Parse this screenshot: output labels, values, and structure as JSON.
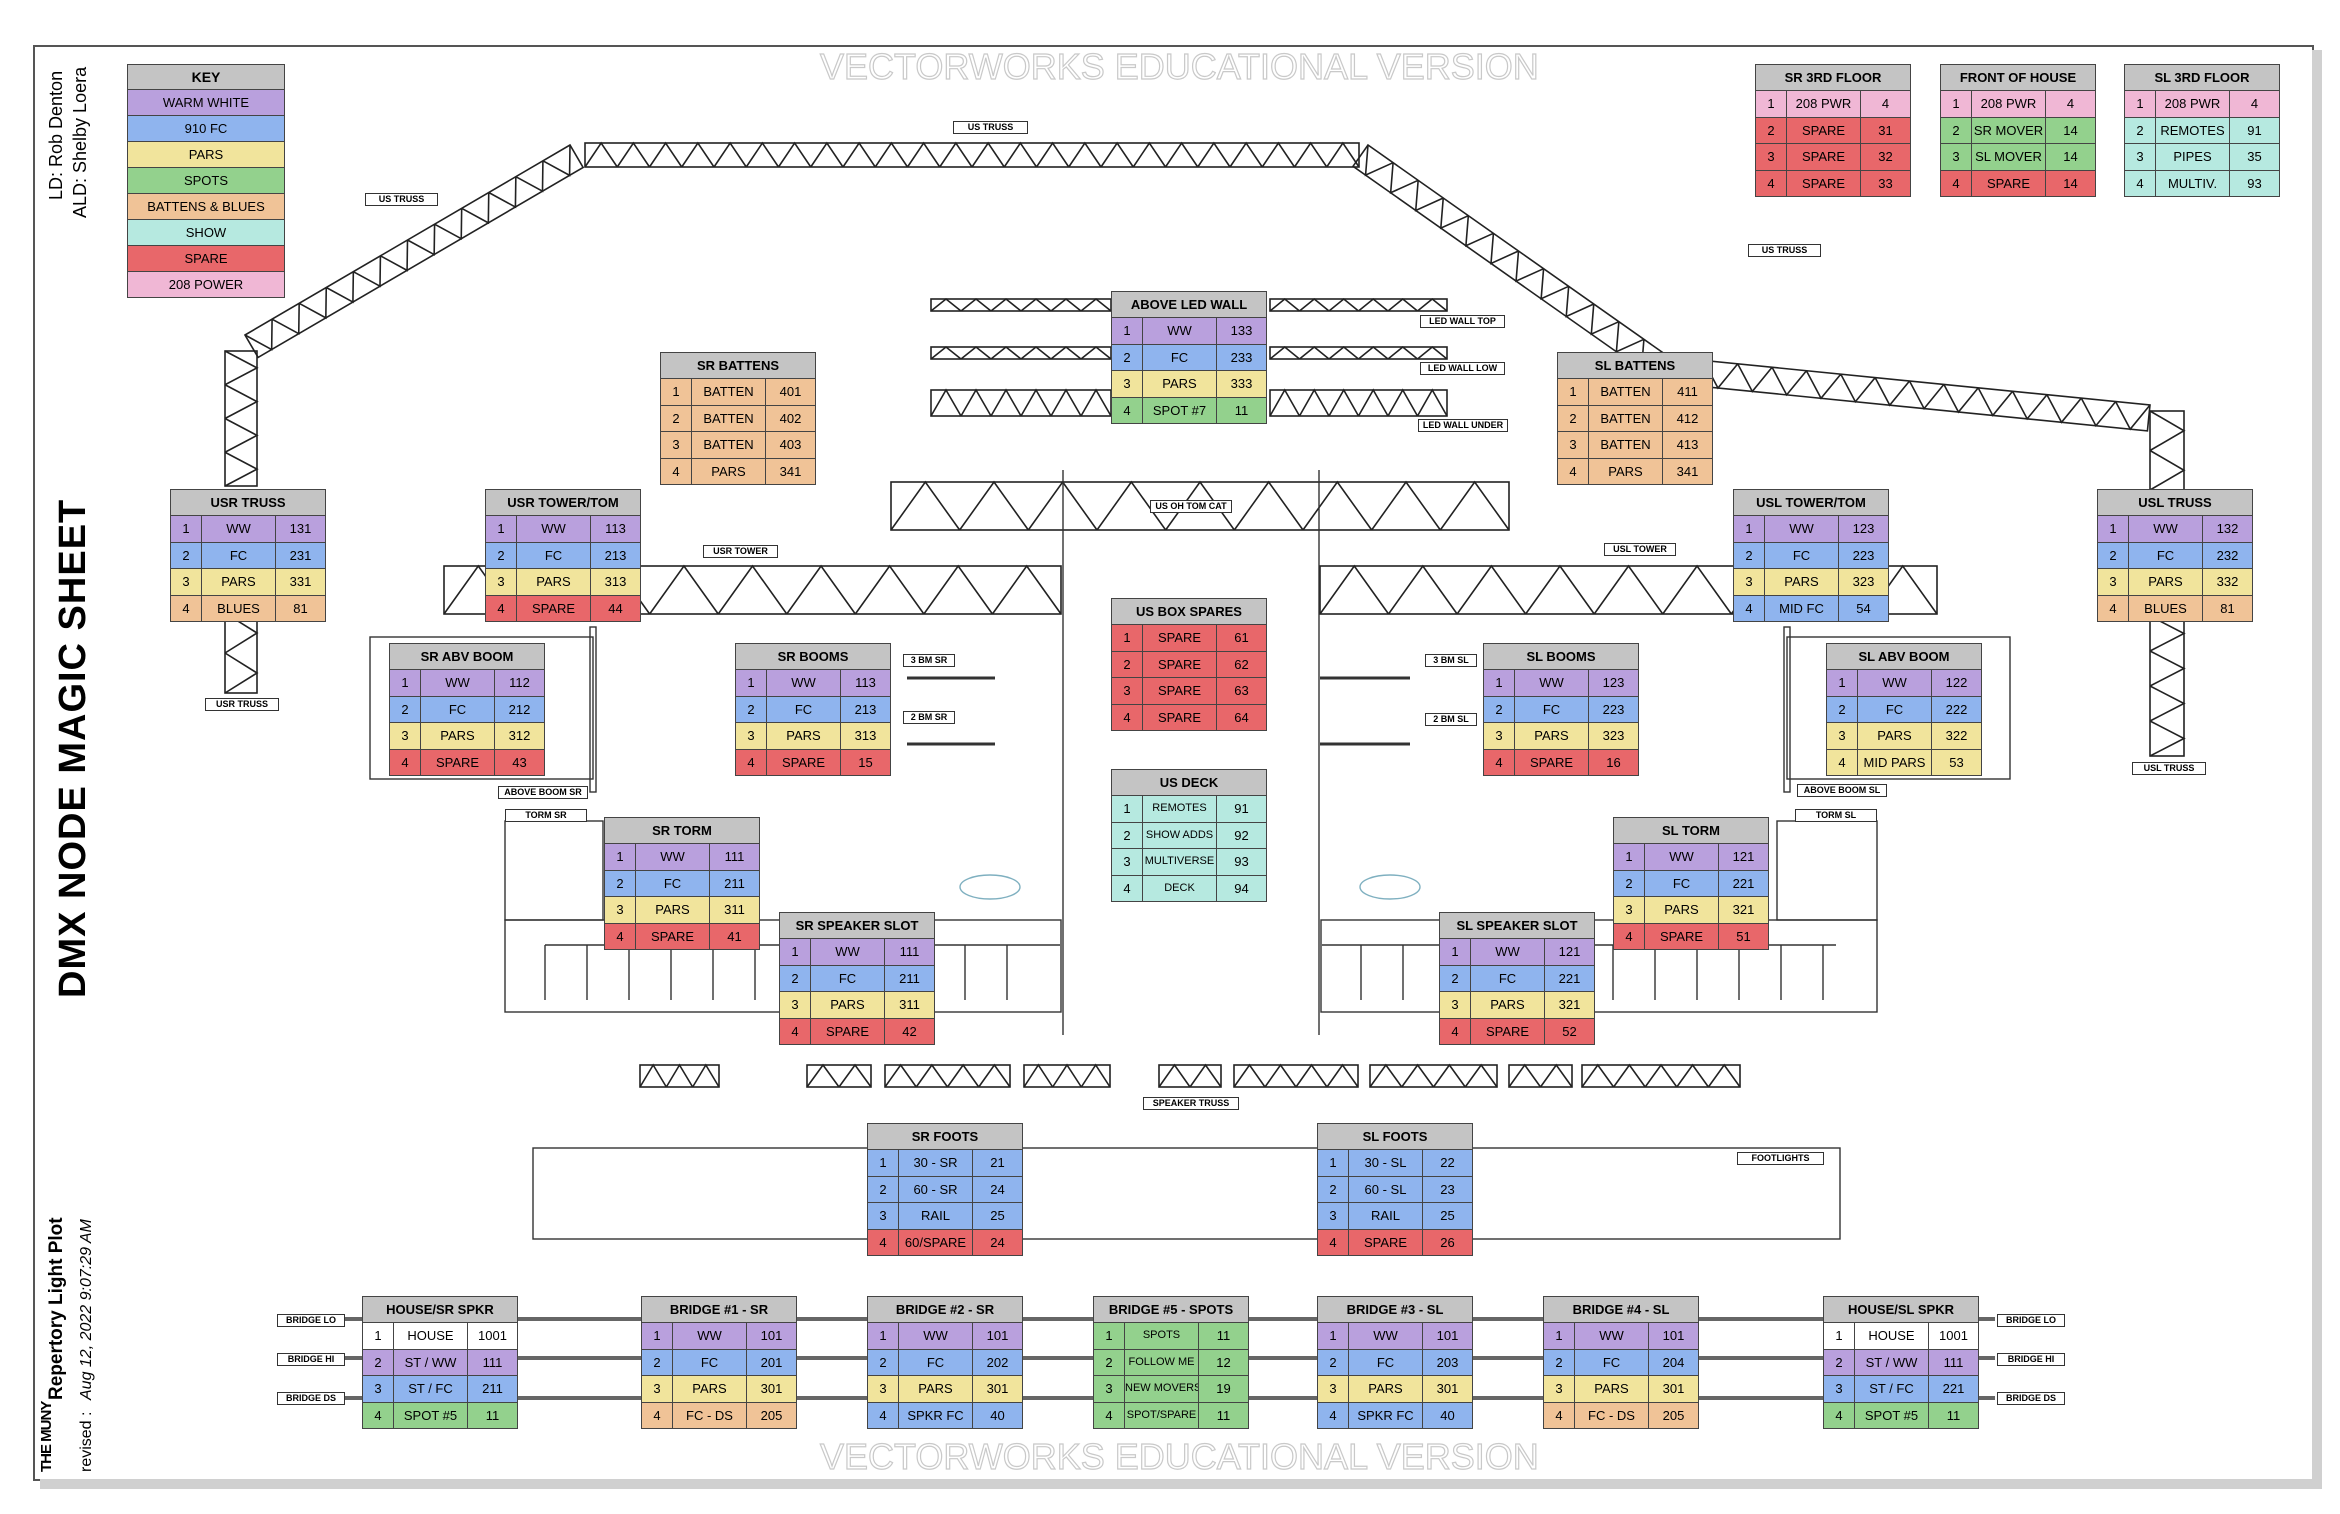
{
  "header": {
    "title": "DMX NODE MAGIC SHEET",
    "ld": "LD: Rob Denton",
    "ald": "ALD: Shelby Loera",
    "plot_name": "Repertory Light Plot",
    "revised_label": "revised :",
    "revised_date": "Aug 12, 2022  9:07:29 AM",
    "logo_text": "THE MUNY"
  },
  "watermark": "VECTORWORKS EDUCATIONAL VERSION",
  "colors": {
    "warm_white": "#b9a0dd",
    "fc": "#8fb4ee",
    "pars": "#f1e49c",
    "spots": "#93d18d",
    "batten": "#f0c397",
    "show": "#b6e9e0",
    "spare": "#e8676a",
    "power": "#f0b7d5",
    "white": "#ffffff",
    "header": "#c4c4c4"
  },
  "key": {
    "title": "KEY",
    "items": [
      {
        "label": "WARM WHITE",
        "color": "warm_white"
      },
      {
        "label": "910 FC",
        "color": "fc"
      },
      {
        "label": "PARS",
        "color": "pars"
      },
      {
        "label": "SPOTS",
        "color": "spots"
      },
      {
        "label": "BATTENS & BLUES",
        "color": "batten"
      },
      {
        "label": "SHOW",
        "color": "show"
      },
      {
        "label": "SPARE",
        "color": "spare"
      },
      {
        "label": "208 POWER",
        "color": "power"
      }
    ]
  },
  "labels": {
    "us_truss": "US TRUSS",
    "led_wall_top": "LED WALL TOP",
    "led_wall_low": "LED WALL LOW",
    "led_wall_under": "LED WALL UNDER",
    "us_oh_tom_cat": "US OH TOM CAT",
    "usr_tower": "USR TOWER",
    "usl_tower": "USL TOWER",
    "usr_truss": "USR TRUSS",
    "usl_truss": "USL TRUSS",
    "bm_3_sr": "3 BM SR",
    "bm_2_sr": "2 BM SR",
    "bm_3_sl": "3 BM SL",
    "bm_2_sl": "2 BM SL",
    "above_boom_sr": "ABOVE BOOM SR",
    "above_boom_sl": "ABOVE BOOM SL",
    "torm_sr": "TORM SR",
    "torm_sl": "TORM SL",
    "speaker_truss": "SPEAKER TRUSS",
    "footlights": "FOOTLIGHTS",
    "bridge_lo": "BRIDGE LO",
    "bridge_hi": "BRIDGE HI",
    "bridge_ds": "BRIDGE DS"
  },
  "tables": [
    {
      "title": "SR 3RD FLOOR",
      "rows": [
        [
          "1",
          "208 PWR",
          "4",
          "power"
        ],
        [
          "2",
          "SPARE",
          "31",
          "spare"
        ],
        [
          "3",
          "SPARE",
          "32",
          "spare"
        ],
        [
          "4",
          "SPARE",
          "33",
          "spare"
        ]
      ]
    },
    {
      "title": "FRONT OF HOUSE",
      "rows": [
        [
          "1",
          "208 PWR",
          "4",
          "power"
        ],
        [
          "2",
          "SR MOVER",
          "14",
          "spots"
        ],
        [
          "3",
          "SL MOVER",
          "14",
          "spots"
        ],
        [
          "4",
          "SPARE",
          "14",
          "spare"
        ]
      ]
    },
    {
      "title": "SL 3RD FLOOR",
      "rows": [
        [
          "1",
          "208 PWR",
          "4",
          "power"
        ],
        [
          "2",
          "REMOTES",
          "91",
          "show"
        ],
        [
          "3",
          "PIPES",
          "35",
          "show"
        ],
        [
          "4",
          "MULTIV.",
          "93",
          "show"
        ]
      ]
    },
    {
      "title": "ABOVE LED WALL",
      "rows": [
        [
          "1",
          "WW",
          "133",
          "warm_white"
        ],
        [
          "2",
          "FC",
          "233",
          "fc"
        ],
        [
          "3",
          "PARS",
          "333",
          "pars"
        ],
        [
          "4",
          "SPOT #7",
          "11",
          "spots"
        ]
      ]
    },
    {
      "title": "SR BATTENS",
      "rows": [
        [
          "1",
          "BATTEN",
          "401",
          "batten"
        ],
        [
          "2",
          "BATTEN",
          "402",
          "batten"
        ],
        [
          "3",
          "BATTEN",
          "403",
          "batten"
        ],
        [
          "4",
          "PARS",
          "341",
          "batten"
        ]
      ]
    },
    {
      "title": "SL BATTENS",
      "rows": [
        [
          "1",
          "BATTEN",
          "411",
          "batten"
        ],
        [
          "2",
          "BATTEN",
          "412",
          "batten"
        ],
        [
          "3",
          "BATTEN",
          "413",
          "batten"
        ],
        [
          "4",
          "PARS",
          "341",
          "batten"
        ]
      ]
    },
    {
      "title": "USR TRUSS",
      "rows": [
        [
          "1",
          "WW",
          "131",
          "warm_white"
        ],
        [
          "2",
          "FC",
          "231",
          "fc"
        ],
        [
          "3",
          "PARS",
          "331",
          "pars"
        ],
        [
          "4",
          "BLUES",
          "81",
          "batten"
        ]
      ]
    },
    {
      "title": "USR TOWER/TOM",
      "rows": [
        [
          "1",
          "WW",
          "113",
          "warm_white"
        ],
        [
          "2",
          "FC",
          "213",
          "fc"
        ],
        [
          "3",
          "PARS",
          "313",
          "pars"
        ],
        [
          "4",
          "SPARE",
          "44",
          "spare"
        ]
      ]
    },
    {
      "title": "USL TOWER/TOM",
      "rows": [
        [
          "1",
          "WW",
          "123",
          "warm_white"
        ],
        [
          "2",
          "FC",
          "223",
          "fc"
        ],
        [
          "3",
          "PARS",
          "323",
          "pars"
        ],
        [
          "4",
          "MID FC",
          "54",
          "fc"
        ]
      ]
    },
    {
      "title": "USL TRUSS",
      "rows": [
        [
          "1",
          "WW",
          "132",
          "warm_white"
        ],
        [
          "2",
          "FC",
          "232",
          "fc"
        ],
        [
          "3",
          "PARS",
          "332",
          "pars"
        ],
        [
          "4",
          "BLUES",
          "81",
          "batten"
        ]
      ]
    },
    {
      "title": "US BOX SPARES",
      "rows": [
        [
          "1",
          "SPARE",
          "61",
          "spare"
        ],
        [
          "2",
          "SPARE",
          "62",
          "spare"
        ],
        [
          "3",
          "SPARE",
          "63",
          "spare"
        ],
        [
          "4",
          "SPARE",
          "64",
          "spare"
        ]
      ]
    },
    {
      "title": "SR ABV BOOM",
      "rows": [
        [
          "1",
          "WW",
          "112",
          "warm_white"
        ],
        [
          "2",
          "FC",
          "212",
          "fc"
        ],
        [
          "3",
          "PARS",
          "312",
          "pars"
        ],
        [
          "4",
          "SPARE",
          "43",
          "spare"
        ]
      ]
    },
    {
      "title": "SR BOOMS",
      "rows": [
        [
          "1",
          "WW",
          "113",
          "warm_white"
        ],
        [
          "2",
          "FC",
          "213",
          "fc"
        ],
        [
          "3",
          "PARS",
          "313",
          "pars"
        ],
        [
          "4",
          "SPARE",
          "15",
          "spare"
        ]
      ]
    },
    {
      "title": "SL BOOMS",
      "rows": [
        [
          "1",
          "WW",
          "123",
          "warm_white"
        ],
        [
          "2",
          "FC",
          "223",
          "fc"
        ],
        [
          "3",
          "PARS",
          "323",
          "pars"
        ],
        [
          "4",
          "SPARE",
          "16",
          "spare"
        ]
      ]
    },
    {
      "title": "SL ABV BOOM",
      "rows": [
        [
          "1",
          "WW",
          "122",
          "warm_white"
        ],
        [
          "2",
          "FC",
          "222",
          "fc"
        ],
        [
          "3",
          "PARS",
          "322",
          "pars"
        ],
        [
          "4",
          "MID PARS",
          "53",
          "pars"
        ]
      ]
    },
    {
      "title": "US DECK",
      "rows": [
        [
          "1",
          "REMOTES",
          "91",
          "show"
        ],
        [
          "2",
          "SHOW ADDS",
          "92",
          "show"
        ],
        [
          "3",
          "MULTIVERSE",
          "93",
          "show"
        ],
        [
          "4",
          "DECK",
          "94",
          "show"
        ]
      ]
    },
    {
      "title": "SR TORM",
      "rows": [
        [
          "1",
          "WW",
          "111",
          "warm_white"
        ],
        [
          "2",
          "FC",
          "211",
          "fc"
        ],
        [
          "3",
          "PARS",
          "311",
          "pars"
        ],
        [
          "4",
          "SPARE",
          "41",
          "spare"
        ]
      ]
    },
    {
      "title": "SL TORM",
      "rows": [
        [
          "1",
          "WW",
          "121",
          "warm_white"
        ],
        [
          "2",
          "FC",
          "221",
          "fc"
        ],
        [
          "3",
          "PARS",
          "321",
          "pars"
        ],
        [
          "4",
          "SPARE",
          "51",
          "spare"
        ]
      ]
    },
    {
      "title": "SR SPEAKER SLOT",
      "rows": [
        [
          "1",
          "WW",
          "111",
          "warm_white"
        ],
        [
          "2",
          "FC",
          "211",
          "fc"
        ],
        [
          "3",
          "PARS",
          "311",
          "pars"
        ],
        [
          "4",
          "SPARE",
          "42",
          "spare"
        ]
      ]
    },
    {
      "title": "SL SPEAKER SLOT",
      "rows": [
        [
          "1",
          "WW",
          "121",
          "warm_white"
        ],
        [
          "2",
          "FC",
          "221",
          "fc"
        ],
        [
          "3",
          "PARS",
          "321",
          "pars"
        ],
        [
          "4",
          "SPARE",
          "52",
          "spare"
        ]
      ]
    },
    {
      "title": "SR FOOTS",
      "rows": [
        [
          "1",
          "30 - SR",
          "21",
          "fc"
        ],
        [
          "2",
          "60 - SR",
          "24",
          "fc"
        ],
        [
          "3",
          "RAIL",
          "25",
          "fc"
        ],
        [
          "4",
          "60/SPARE",
          "24",
          "spare"
        ]
      ]
    },
    {
      "title": "SL FOOTS",
      "rows": [
        [
          "1",
          "30 - SL",
          "22",
          "fc"
        ],
        [
          "2",
          "60 - SL",
          "23",
          "fc"
        ],
        [
          "3",
          "RAIL",
          "25",
          "fc"
        ],
        [
          "4",
          "SPARE",
          "26",
          "spare"
        ]
      ]
    },
    {
      "title": "HOUSE/SR SPKR",
      "rows": [
        [
          "1",
          "HOUSE",
          "1001",
          "white"
        ],
        [
          "2",
          "ST / WW",
          "111",
          "warm_white"
        ],
        [
          "3",
          "ST / FC",
          "211",
          "fc"
        ],
        [
          "4",
          "SPOT #5",
          "11",
          "spots"
        ]
      ]
    },
    {
      "title": "BRIDGE #1 - SR",
      "rows": [
        [
          "1",
          "WW",
          "101",
          "warm_white"
        ],
        [
          "2",
          "FC",
          "201",
          "fc"
        ],
        [
          "3",
          "PARS",
          "301",
          "pars"
        ],
        [
          "4",
          "FC - DS",
          "205",
          "batten"
        ]
      ]
    },
    {
      "title": "BRIDGE #2 - SR",
      "rows": [
        [
          "1",
          "WW",
          "101",
          "warm_white"
        ],
        [
          "2",
          "FC",
          "202",
          "fc"
        ],
        [
          "3",
          "PARS",
          "301",
          "pars"
        ],
        [
          "4",
          "SPKR FC",
          "40",
          "fc"
        ]
      ]
    },
    {
      "title": "BRIDGE #5 - SPOTS",
      "rows": [
        [
          "1",
          "SPOTS",
          "11",
          "spots"
        ],
        [
          "2",
          "FOLLOW ME",
          "12",
          "spots"
        ],
        [
          "3",
          "NEW MOVERS",
          "19",
          "spots"
        ],
        [
          "4",
          "SPOT/SPARE",
          "11",
          "spots"
        ]
      ]
    },
    {
      "title": "BRIDGE #3 - SL",
      "rows": [
        [
          "1",
          "WW",
          "101",
          "warm_white"
        ],
        [
          "2",
          "FC",
          "203",
          "fc"
        ],
        [
          "3",
          "PARS",
          "301",
          "pars"
        ],
        [
          "4",
          "SPKR FC",
          "40",
          "fc"
        ]
      ]
    },
    {
      "title": "BRIDGE #4 - SL",
      "rows": [
        [
          "1",
          "WW",
          "101",
          "warm_white"
        ],
        [
          "2",
          "FC",
          "204",
          "fc"
        ],
        [
          "3",
          "PARS",
          "301",
          "pars"
        ],
        [
          "4",
          "FC - DS",
          "205",
          "batten"
        ]
      ]
    },
    {
      "title": "HOUSE/SL SPKR",
      "rows": [
        [
          "1",
          "HOUSE",
          "1001",
          "white"
        ],
        [
          "2",
          "ST / WW",
          "111",
          "warm_white"
        ],
        [
          "3",
          "ST / FC",
          "221",
          "fc"
        ],
        [
          "4",
          "SPOT #5",
          "11",
          "spots"
        ]
      ]
    }
  ]
}
